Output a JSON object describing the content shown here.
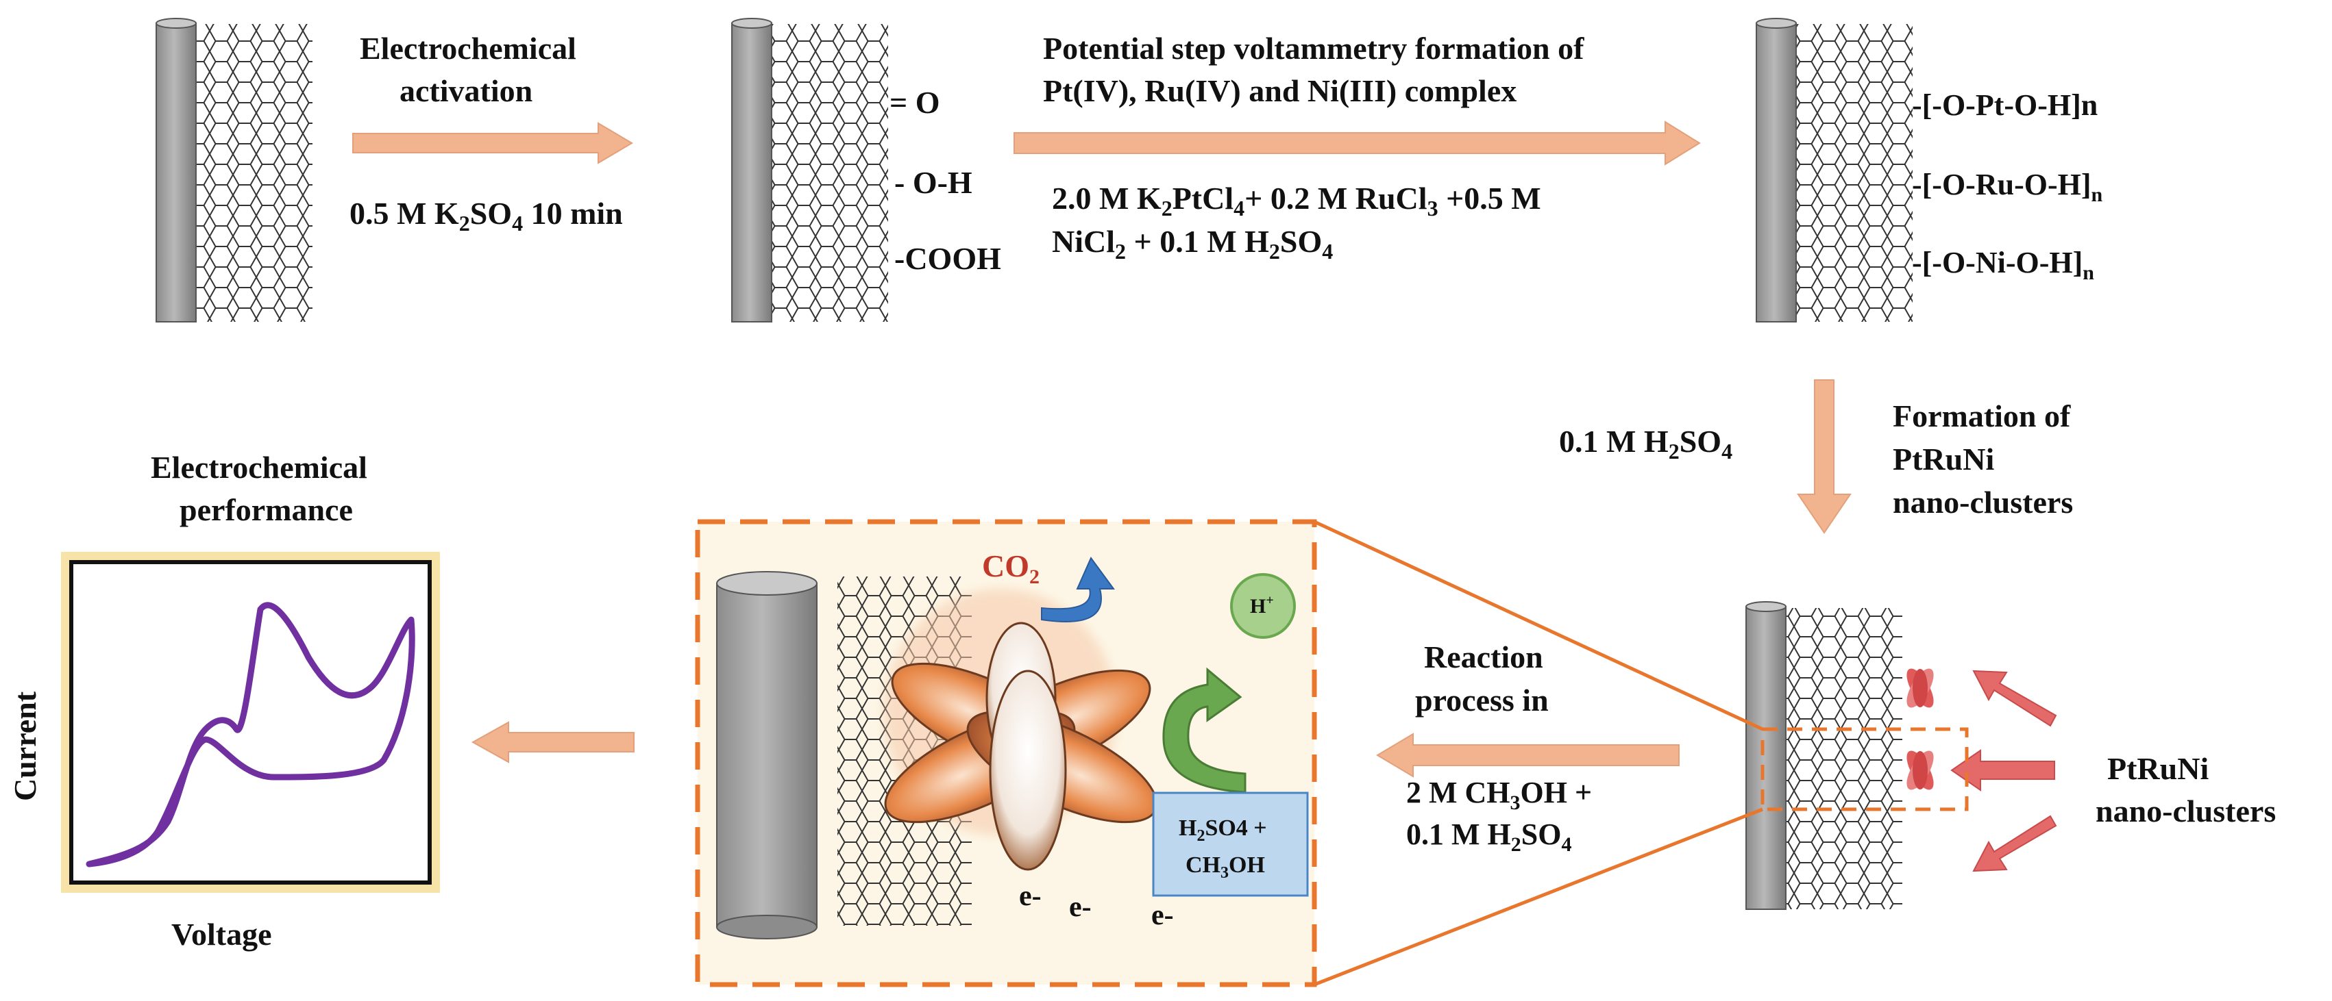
{
  "labels": {
    "step1_a": "Electrochemical",
    "step1_b": "activation",
    "step1_cond": "0.5 M K",
    "step1_cond_sub1": "2",
    "step1_cond_mid": "SO",
    "step1_cond_sub2": "4",
    "step1_cond_tail": " 10 min",
    "group_o": "= O",
    "group_oh": "- O-H",
    "group_cooh": "-COOH",
    "step2_a": "Potential step voltammetry formation of",
    "step2_b": "Pt(IV), Ru(IV) and Ni(III) complex",
    "step2_sol1_a": "2.0   M   K",
    "step2_sol1_s1": "2",
    "step2_sol1_b": "PtCl",
    "step2_sol1_s2": "4",
    "step2_sol1_c": "+   0.2   M   RuCl",
    "step2_sol1_s3": "3",
    "step2_sol1_d": "  +0.5   M",
    "step2_sol2_a": "NiCl",
    "step2_sol2_s1": "2",
    "step2_sol2_b": " + 0.1 M H",
    "step2_sol2_s2": "2",
    "step2_sol2_c": "SO",
    "step2_sol2_s3": "4",
    "complex_pt": "-[-O-Pt-O-H]n",
    "complex_ru": "-[-O-Ru-O-H]",
    "complex_ru_sub": "n",
    "complex_ni": "-[-O-Ni-O-H]",
    "complex_ni_sub": "n",
    "h2so4_a": "0.1 M H",
    "h2so4_s1": "2",
    "h2so4_b": "SO",
    "h2so4_s2": "4",
    "formation_a": "Formation of",
    "formation_b": "PtRuNi",
    "formation_c": "nano-clusters",
    "reaction_a": "Reaction",
    "reaction_b": "process in",
    "reaction_sol1_a": "2 M CH",
    "reaction_sol1_s": "3",
    "reaction_sol1_b": "OH +",
    "reaction_sol2_a": "0.1 M H",
    "reaction_sol2_s1": "2",
    "reaction_sol2_b": "SO",
    "reaction_sol2_s2": "4",
    "ptruni_a": "PtRuNi",
    "ptruni_b": "nano-clusters",
    "co2": "CO",
    "co2_sub": "2",
    "hplus": "H",
    "hplus_sup": "+",
    "box_a_pre": "H",
    "box_a_sub": "2",
    "box_a_post": "SO4 +",
    "box_b_pre": "CH",
    "box_b_sub": "3",
    "box_b_post": "OH",
    "electron": "e-",
    "perf_a": "Electrochemical",
    "perf_b": "performance",
    "axis_y": "Current",
    "axis_x": "Voltage"
  },
  "colors": {
    "arrow": "#f2b48e",
    "arrow_stroke": "#e3a07a",
    "dashed_border": "#e8762d",
    "zoom_panel_bg": "#fdf6e6",
    "electrode": "#a5a5a5",
    "co2_text": "#c0392b",
    "recycle_blue": "#3b78c4",
    "recycle_green": "#6aa84f",
    "hplus_circle": "#a8d08d",
    "solution_box": "#bdd7ee",
    "curve": "#7030a0",
    "cluster_red": "#e05a5a"
  }
}
